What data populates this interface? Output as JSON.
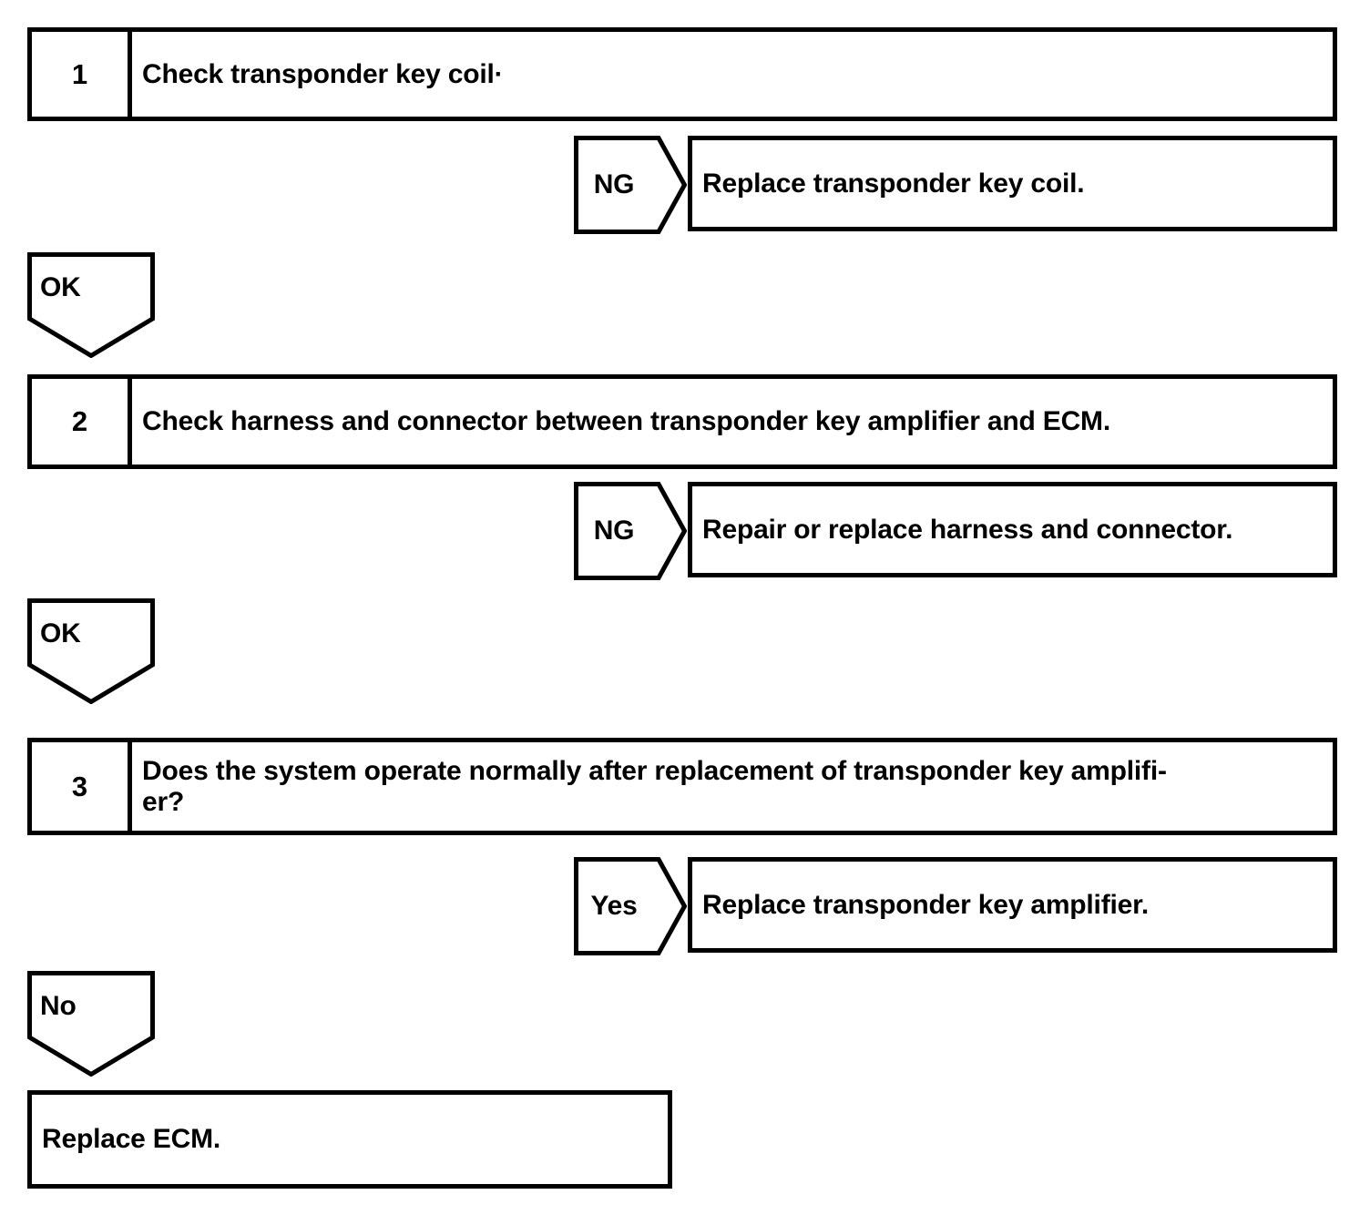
{
  "diagram": {
    "type": "troubleshooting-flowchart",
    "line_color": "#000000",
    "background_color": "#ffffff",
    "steps": [
      {
        "number": "1",
        "text": "Check transponder key coil·"
      },
      {
        "number": "2",
        "text": "Check harness and connector between transponder key amplifier and ECM."
      },
      {
        "number": "3",
        "line1": "Does the system operate normally after replacement of transponder key amplifi-",
        "line2": "er?"
      }
    ],
    "branches": [
      {
        "label": "NG",
        "result": "Replace transponder key coil."
      },
      {
        "label": "NG",
        "result": "Repair or replace harness and connector."
      },
      {
        "label": "Yes",
        "result": "Replace transponder key amplifier."
      }
    ],
    "continuations": [
      {
        "label": "OK"
      },
      {
        "label": "OK"
      },
      {
        "label": "No"
      }
    ],
    "final": {
      "text": "Replace ECM."
    }
  }
}
